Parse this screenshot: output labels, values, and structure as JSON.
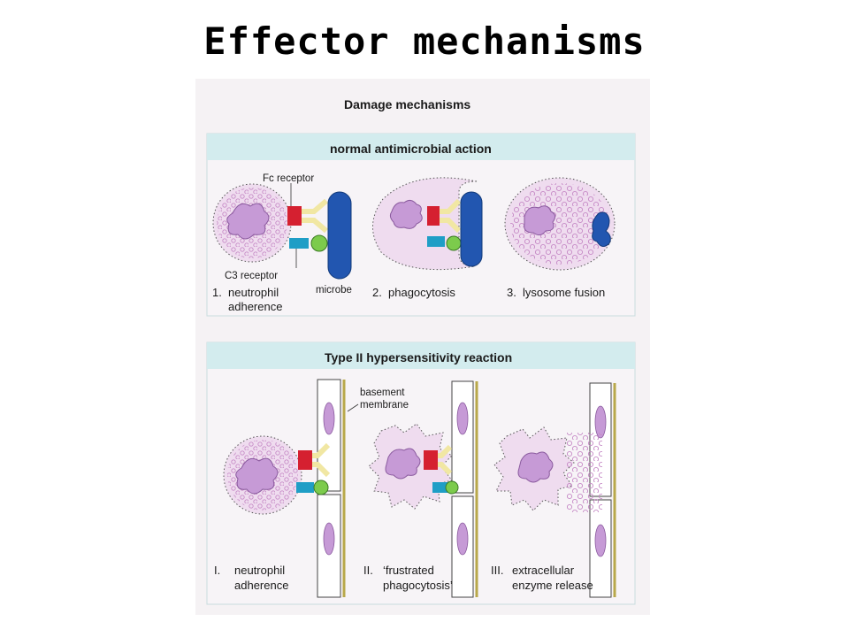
{
  "slide": {
    "title": "Effector mechanisms"
  },
  "figure": {
    "title": "Damage mechanisms",
    "panel_top": {
      "header": "normal antimicrobial action",
      "fc_receptor": "Fc receptor",
      "c3_receptor": "C3 receptor",
      "microbe": "microbe",
      "steps": [
        {
          "num": "1.",
          "line1": "neutrophil",
          "line2": "adherence"
        },
        {
          "num": "2.",
          "line1": "phagocytosis",
          "line2": ""
        },
        {
          "num": "3.",
          "line1": "lysosome fusion",
          "line2": ""
        }
      ]
    },
    "panel_bottom": {
      "header": "Type II hypersensitivity reaction",
      "basement_membrane_line1": "basement",
      "basement_membrane_line2": "membrane",
      "steps": [
        {
          "num": "I.",
          "line1": "neutrophil",
          "line2": "adherence"
        },
        {
          "num": "II.",
          "line1": "‘frustrated",
          "line2": "phagocytosis’"
        },
        {
          "num": "III.",
          "line1": "extracellular",
          "line2": "enzyme release"
        }
      ]
    },
    "colors": {
      "bg": "#f5f2f4",
      "header_band": "#d3ecee",
      "cell_fill": "#efdcef",
      "nucleus": "#c69ad6",
      "receptor_red": "#d52030",
      "receptor_cyan": "#1f9ec6",
      "antibody_yellow": "#f1e7a3",
      "microbe_blue": "#2256b0",
      "complement_green": "#7ccb4c"
    }
  }
}
